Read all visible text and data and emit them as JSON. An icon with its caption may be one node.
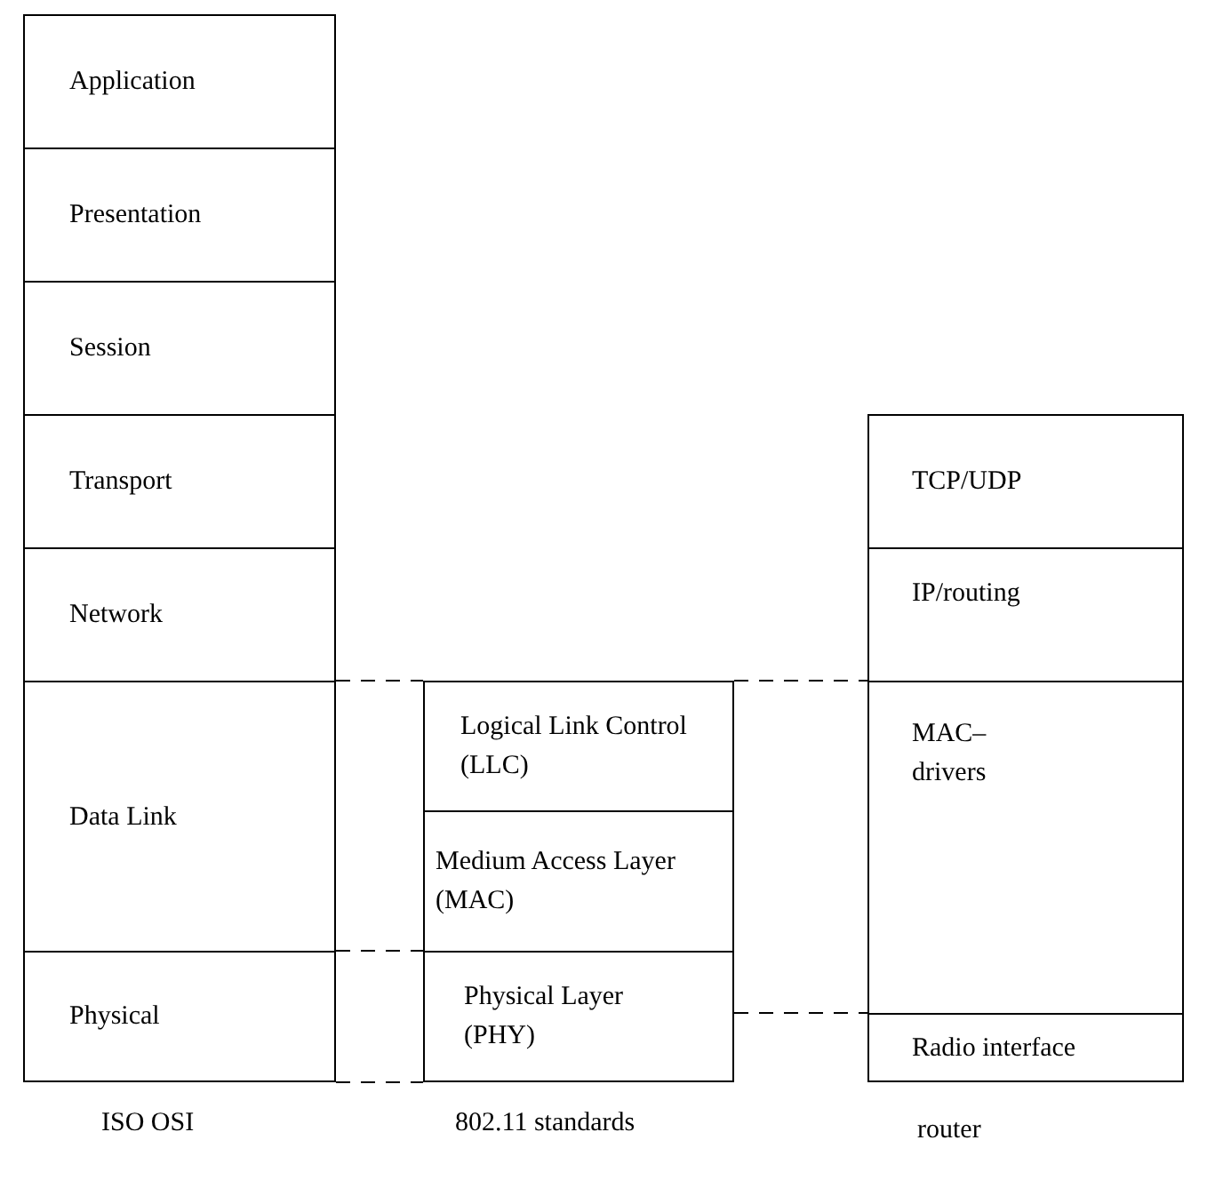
{
  "diagram": {
    "nodes": [
      {
        "text": [
          "Application"
        ]
      },
      {
        "text": [
          "Presentation"
        ]
      },
      {
        "text": [
          "Session"
        ]
      },
      {
        "text": [
          "Transport"
        ]
      },
      {
        "text": [
          "Network"
        ]
      },
      {
        "text": [
          "Data Link"
        ]
      },
      {
        "text": [
          "Physical"
        ]
      },
      {
        "text": [
          "Logical Link Control (LLC)"
        ]
      },
      {
        "text": [
          "Medium Access Layer (MAC)"
        ]
      },
      {
        "text": [
          "Physical Layer (PHY)"
        ]
      },
      {
        "text": [
          "TCP/UDP"
        ]
      },
      {
        "text": [
          "IP/routing"
        ]
      },
      {
        "text": [
          "MAC– drivers"
        ]
      },
      {
        "text": [
          "Radio interface"
        ]
      }
    ],
    "edges": [
      {
        "from": 5,
        "to": 7,
        "arrow": "none",
        "style": "dashed"
      },
      {
        "from": 7,
        "to": 12,
        "arrow": "none",
        "style": "dashed"
      },
      {
        "from": 6,
        "to": 9,
        "arrow": "none",
        "style": "dashed"
      },
      {
        "from": 6,
        "to": 9,
        "arrow": "none",
        "style": "dashed"
      },
      {
        "from": 9,
        "to": 13,
        "arrow": "none",
        "style": "dashed"
      }
    ],
    "labels": [
      "ISO OSI",
      "802.11 standards",
      "router"
    ]
  }
}
